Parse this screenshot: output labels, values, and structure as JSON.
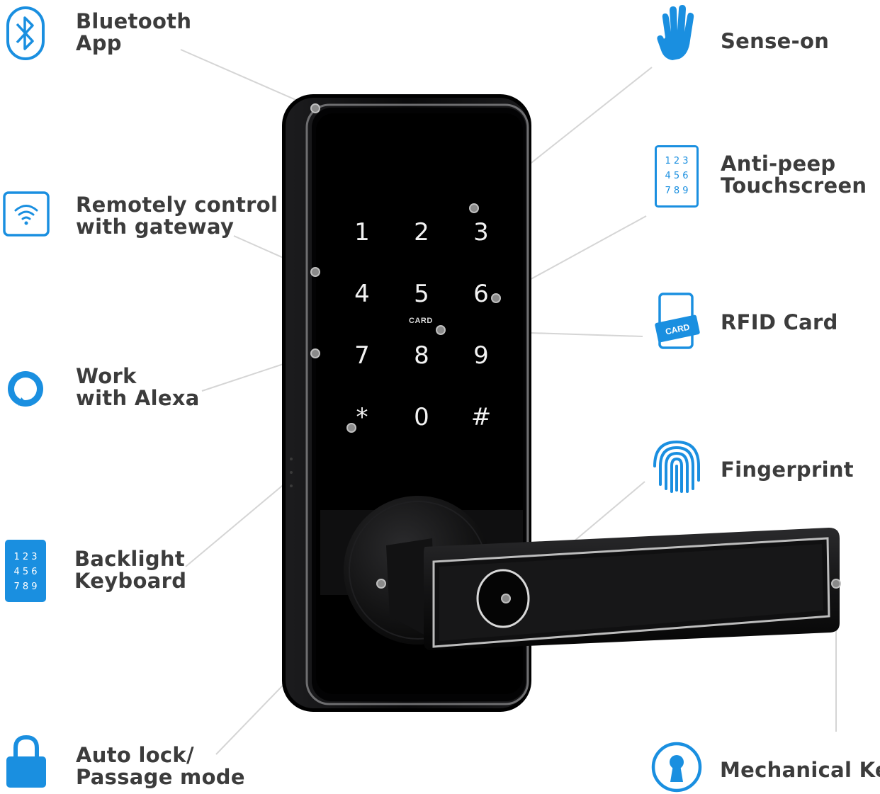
{
  "colors": {
    "accent": "#1a8fe0",
    "text": "#3c3c3c",
    "lock_body": "#0b0b0c",
    "leader_line": "#d5d5d5"
  },
  "features": {
    "bluetooth": {
      "line1": "Bluetooth",
      "line2": "App",
      "icon": "bluetooth-icon"
    },
    "gateway": {
      "line1": "Remotely control",
      "line2": "with gateway",
      "icon": "wifi-icon"
    },
    "alexa": {
      "line1": "Work",
      "line2": "with Alexa",
      "icon": "alexa-icon"
    },
    "backlight": {
      "line1": "Backlight",
      "line2": "Keyboard",
      "icon": "keypad-icon",
      "digits": [
        "1 2 3",
        "4 5 6",
        "7 8 9"
      ]
    },
    "autolock": {
      "line1": "Auto lock/",
      "line2": "Passage mode",
      "icon": "padlock-icon"
    },
    "sense": {
      "line1": "Sense-on",
      "icon": "hand-icon"
    },
    "antipeep": {
      "line1": "Anti-peep",
      "line2": "Touchscreen",
      "icon": "keypad-outline-icon",
      "digits": [
        "1 2 3",
        "4 5 6",
        "7 8 9"
      ]
    },
    "rfid": {
      "line1": "RFID Card",
      "icon": "card-icon",
      "card_text": "CARD"
    },
    "fingerprint": {
      "line1": "Fingerprint",
      "icon": "fingerprint-icon"
    },
    "mechanical": {
      "line1": "Mechanical Key",
      "icon": "keyhole-icon"
    }
  },
  "lock": {
    "keys": [
      "1",
      "2",
      "3",
      "4",
      "5",
      "6",
      "7",
      "8",
      "9",
      "*",
      "0",
      "#"
    ],
    "card_label": "CARD"
  }
}
